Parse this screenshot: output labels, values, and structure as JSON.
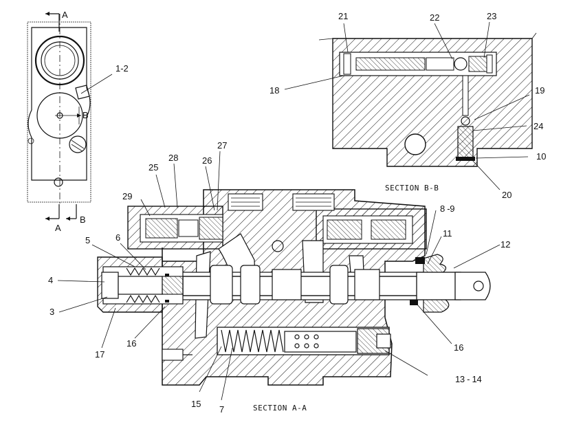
{
  "labels": {
    "view_a_top": "A",
    "view_a_bottom": "A",
    "view_b_side": "B",
    "view_b_bottom": "B",
    "p1_2": "1-2",
    "p3": "3",
    "p4": "4",
    "p5": "5",
    "p6": "6",
    "p7": "7",
    "p8_9": "8 -9",
    "p10": "10",
    "p11": "11",
    "p12": "12",
    "p13_14": "13 - 14",
    "p15": "15",
    "p16_left": "16",
    "p16_right": "16",
    "p17": "17",
    "p18": "18",
    "p19": "19",
    "p20": "20",
    "p21": "21",
    "p22": "22",
    "p23": "23",
    "p24": "24",
    "p25": "25",
    "p26": "26",
    "p27": "27",
    "p28": "28",
    "p29": "29"
  },
  "sections": {
    "b_b": "SECTION  B-B",
    "a_a": "SECTION  A-A"
  }
}
